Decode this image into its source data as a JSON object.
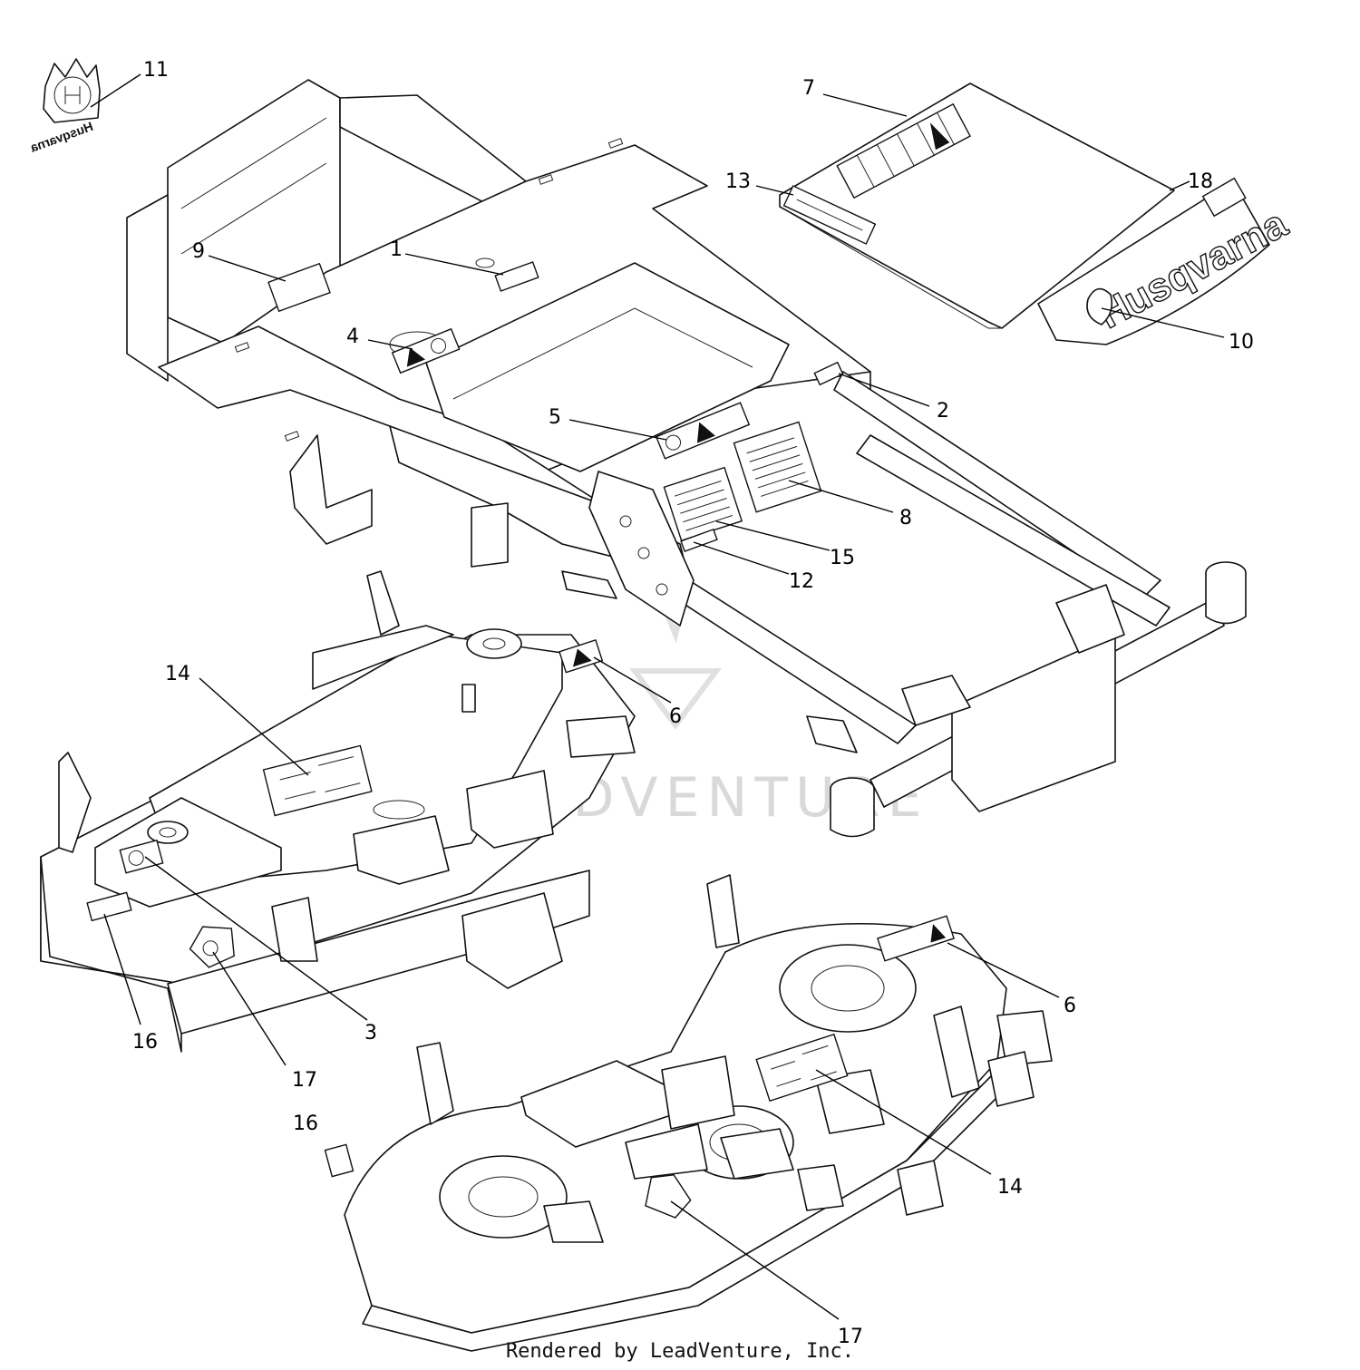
{
  "watermark": "LEADVENTURE",
  "brand_text": "Husqvarna",
  "footer": "Rendered by LeadVenture, Inc.",
  "callouts": [
    {
      "id": "11",
      "label": "11"
    },
    {
      "id": "7",
      "label": "7"
    },
    {
      "id": "13",
      "label": "13"
    },
    {
      "id": "18",
      "label": "18"
    },
    {
      "id": "9",
      "label": "9"
    },
    {
      "id": "1",
      "label": "1"
    },
    {
      "id": "4",
      "label": "4"
    },
    {
      "id": "10",
      "label": "10"
    },
    {
      "id": "2",
      "label": "2"
    },
    {
      "id": "5",
      "label": "5"
    },
    {
      "id": "8",
      "label": "8"
    },
    {
      "id": "15",
      "label": "15"
    },
    {
      "id": "12",
      "label": "12"
    },
    {
      "id": "14a",
      "label": "14"
    },
    {
      "id": "6a",
      "label": "6"
    },
    {
      "id": "6b",
      "label": "6"
    },
    {
      "id": "3",
      "label": "3"
    },
    {
      "id": "16a",
      "label": "16"
    },
    {
      "id": "17a",
      "label": "17"
    },
    {
      "id": "16b",
      "label": "16"
    },
    {
      "id": "14b",
      "label": "14"
    },
    {
      "id": "17b",
      "label": "17"
    }
  ]
}
